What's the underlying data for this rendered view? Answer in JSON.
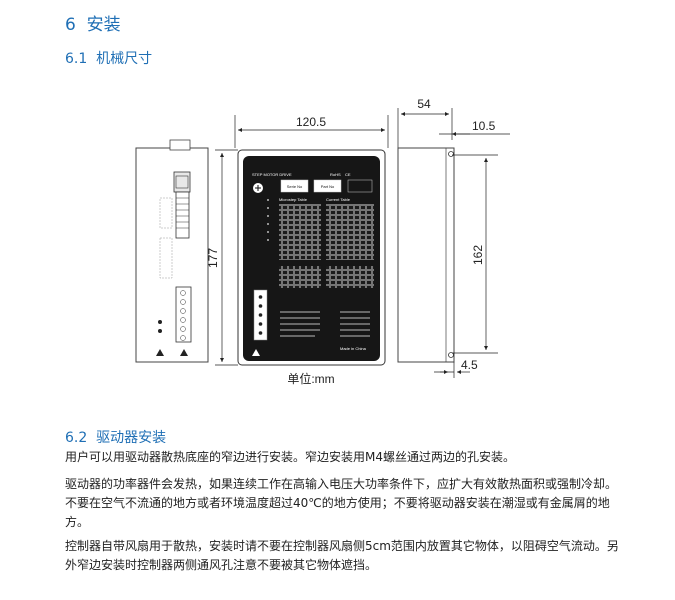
{
  "section": {
    "number": "6",
    "title": "安装"
  },
  "sub1": {
    "number": "6.1",
    "title": "机械尺寸"
  },
  "drawing": {
    "width_label": "120.5",
    "height_label": "177",
    "depth_label": "54",
    "offset_top_label": "10.5",
    "hole_height_label": "162",
    "offset_bottom_label": "4.5",
    "unit_label": "单位:mm",
    "panel_title": "STEP MOTOR DRIVE",
    "rohs": "RoHS",
    "ce": "CE",
    "box1": "Serie No",
    "box2": "Part No",
    "table1": "Microstep Table",
    "table2": "Current Table",
    "made_in": "Made in China"
  },
  "sub2": {
    "number": "6.2",
    "title": "驱动器安装"
  },
  "paragraphs": {
    "p1": "用户可以用驱动器散热底座的窄边进行安装。窄边安装用M4螺丝通过两边的孔安装。",
    "p2": "驱动器的功率器件会发热，如果连续工作在高输入电压大功率条件下，应扩大有效散热面积或强制冷却。不要在空气不流通的地方或者环境温度超过40℃的地方使用；不要将驱动器安装在潮湿或有金属屑的地方。",
    "p3": "控制器自带风扇用于散热，安装时请不要在控制器风扇侧5cm范围内放置其它物体，以阻碍空气流动。另外窄边安装时控制器两侧通风孔注意不要被其它物体遮挡。"
  }
}
